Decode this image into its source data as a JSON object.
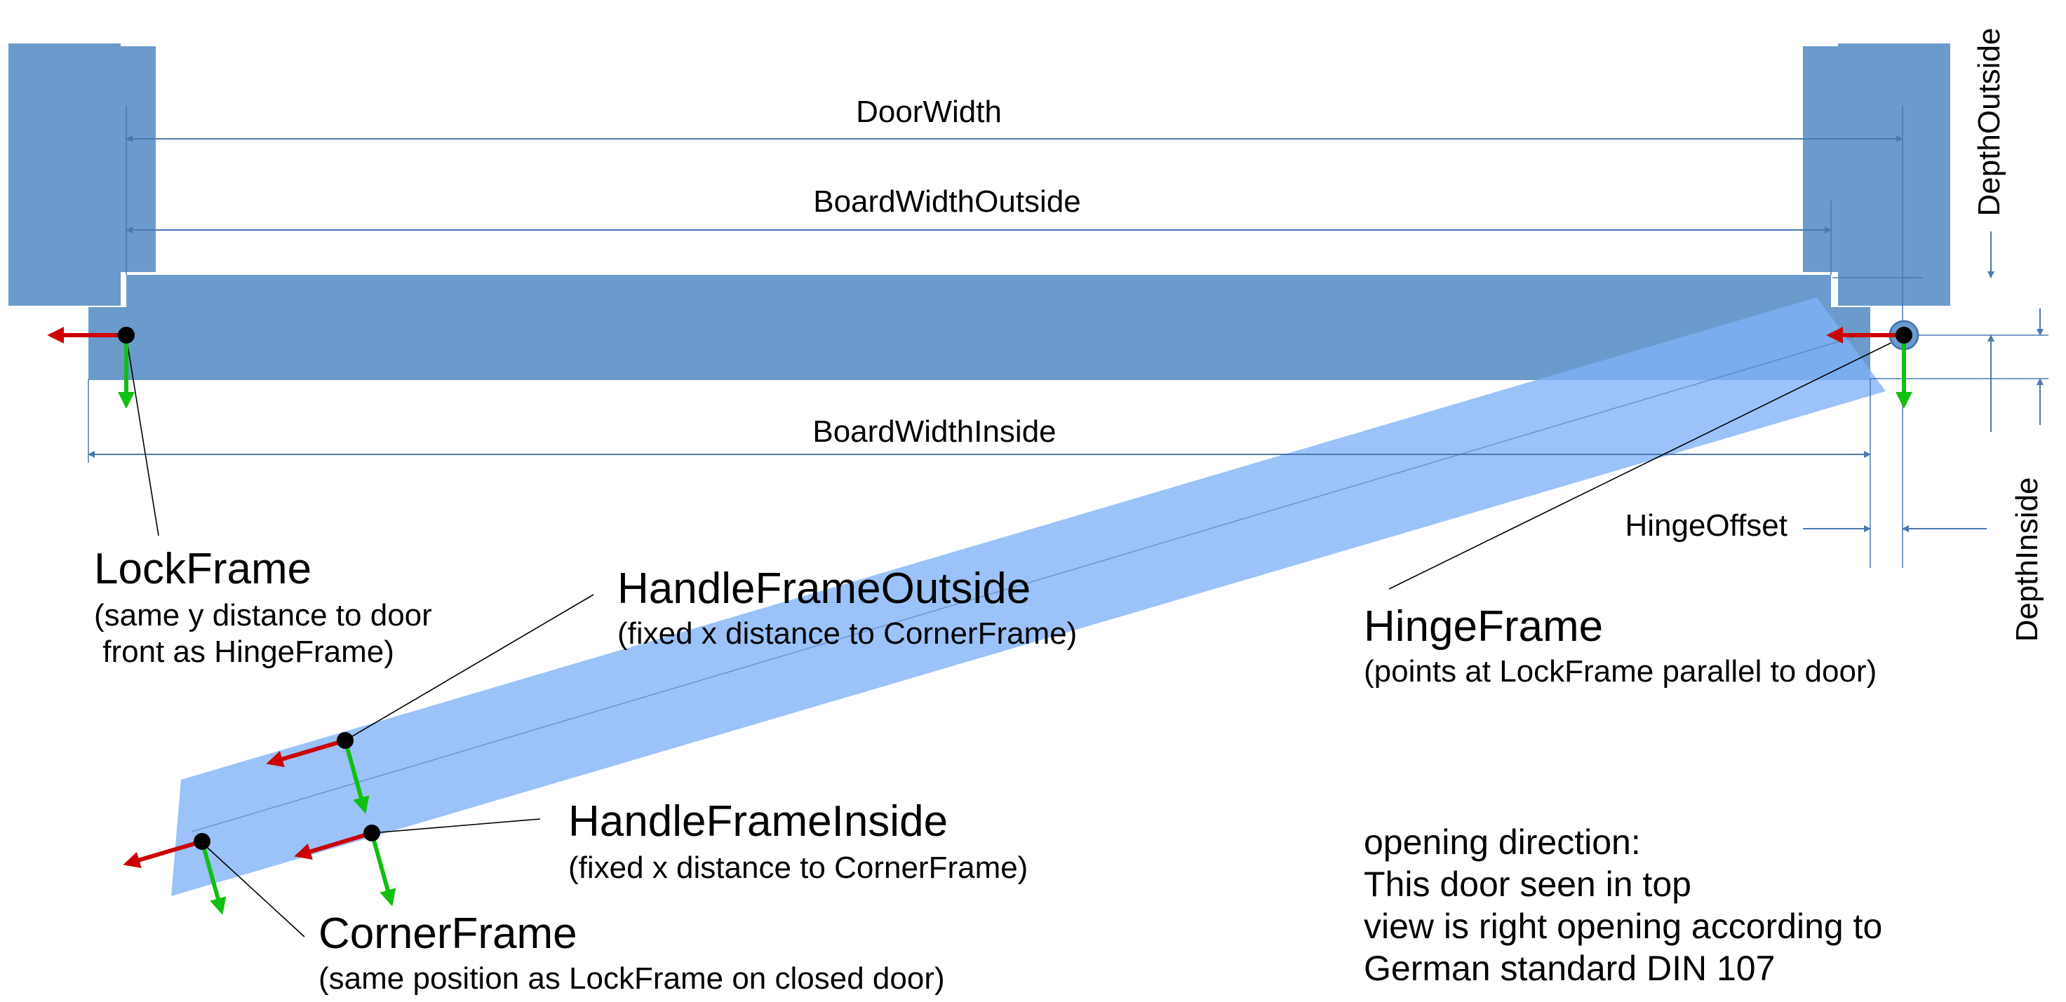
{
  "colors": {
    "wall": "#6b9bcc",
    "door_closed": "#6b9bcc",
    "door_open": "#7fb2f7",
    "dim_line": "#4b78b0",
    "arrow_x": "#cc0000",
    "arrow_y": "#10c010",
    "point": "#000000"
  },
  "dimensions": {
    "door_width": "DoorWidth",
    "board_width_outside": "BoardWidthOutside",
    "board_width_inside": "BoardWidthInside",
    "hinge_offset": "HingeOffset",
    "depth_outside": "DepthOutside",
    "depth_inside": "DepthInside"
  },
  "labels": {
    "lock_frame": {
      "title": "LockFrame",
      "desc_line1": "(same y distance to door",
      "desc_line2": " front as HingeFrame)"
    },
    "handle_frame_outside": {
      "title": "HandleFrameOutside",
      "desc": "(fixed x distance to CornerFrame)"
    },
    "handle_frame_inside": {
      "title": "HandleFrameInside",
      "desc": "(fixed x distance to CornerFrame)"
    },
    "corner_frame": {
      "title": "CornerFrame",
      "desc": "(same position as LockFrame on closed door)"
    },
    "hinge_frame": {
      "title": "HingeFrame",
      "desc": "(points at LockFrame parallel to door)"
    }
  },
  "opening_note": {
    "line1": "opening direction:",
    "line2": "This door seen in top",
    "line3": "view is right opening according to",
    "line4": "German standard DIN 107"
  }
}
